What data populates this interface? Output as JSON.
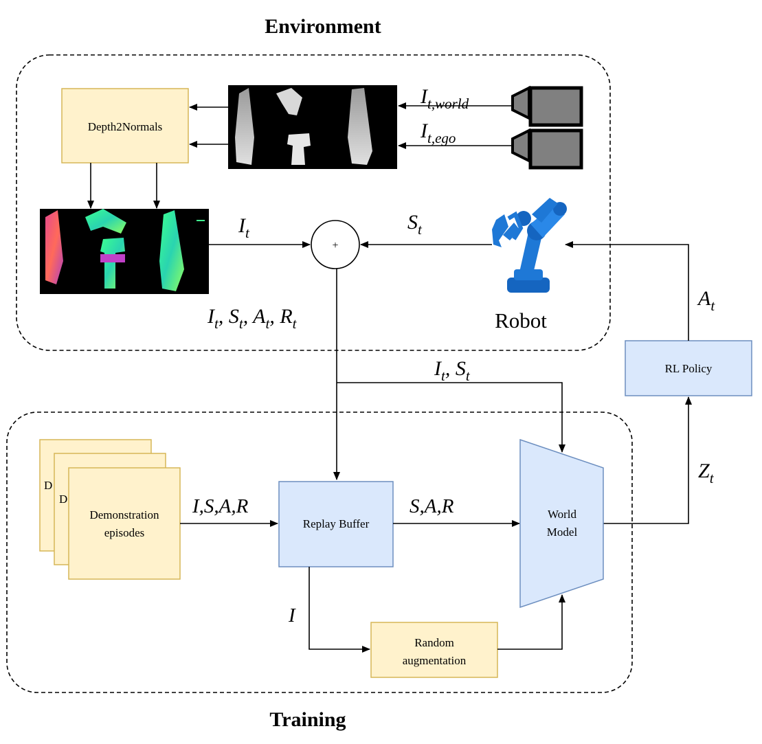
{
  "regions": {
    "environment": "Environment",
    "training": "Training"
  },
  "boxes": {
    "depth2normals": "Depth2Normals",
    "rl_policy": "RL Policy",
    "replay_buffer": "Replay Buffer",
    "world_model_1": "World",
    "world_model_2": "Model",
    "random_aug_1": "Random",
    "random_aug_2": "augmentation",
    "demo_1": "Demonstration",
    "demo_2": "episodes",
    "demo_back_a": "D",
    "demo_back_b": "D",
    "robot": "Robot",
    "sum_symbol": "+"
  },
  "labels": {
    "i_world_main": "I",
    "i_world_sub": "t,world",
    "i_ego_main": "I",
    "i_ego_sub": "t,ego",
    "i_t_main": "I",
    "i_t_sub": "t",
    "s_t_main": "S",
    "s_t_sub": "t",
    "a_t_main": "A",
    "a_t_sub": "t",
    "z_t_main": "Z",
    "z_t_sub": "t",
    "tuple_i": "I",
    "tuple_s": "S",
    "tuple_a": "A",
    "tuple_r": "R",
    "tuple_sub": "t",
    "sep": ",",
    "isar": "I,S,A,R",
    "sar": "S,A,R",
    "i_only": "I"
  },
  "colors": {
    "yellow_fill": "#fff2cc",
    "yellow_stroke": "#d6b656",
    "blue_fill": "#dae8fc",
    "blue_stroke": "#6c8ebf",
    "robot_blue": "#1e78d6",
    "camera_gray": "#808080"
  }
}
